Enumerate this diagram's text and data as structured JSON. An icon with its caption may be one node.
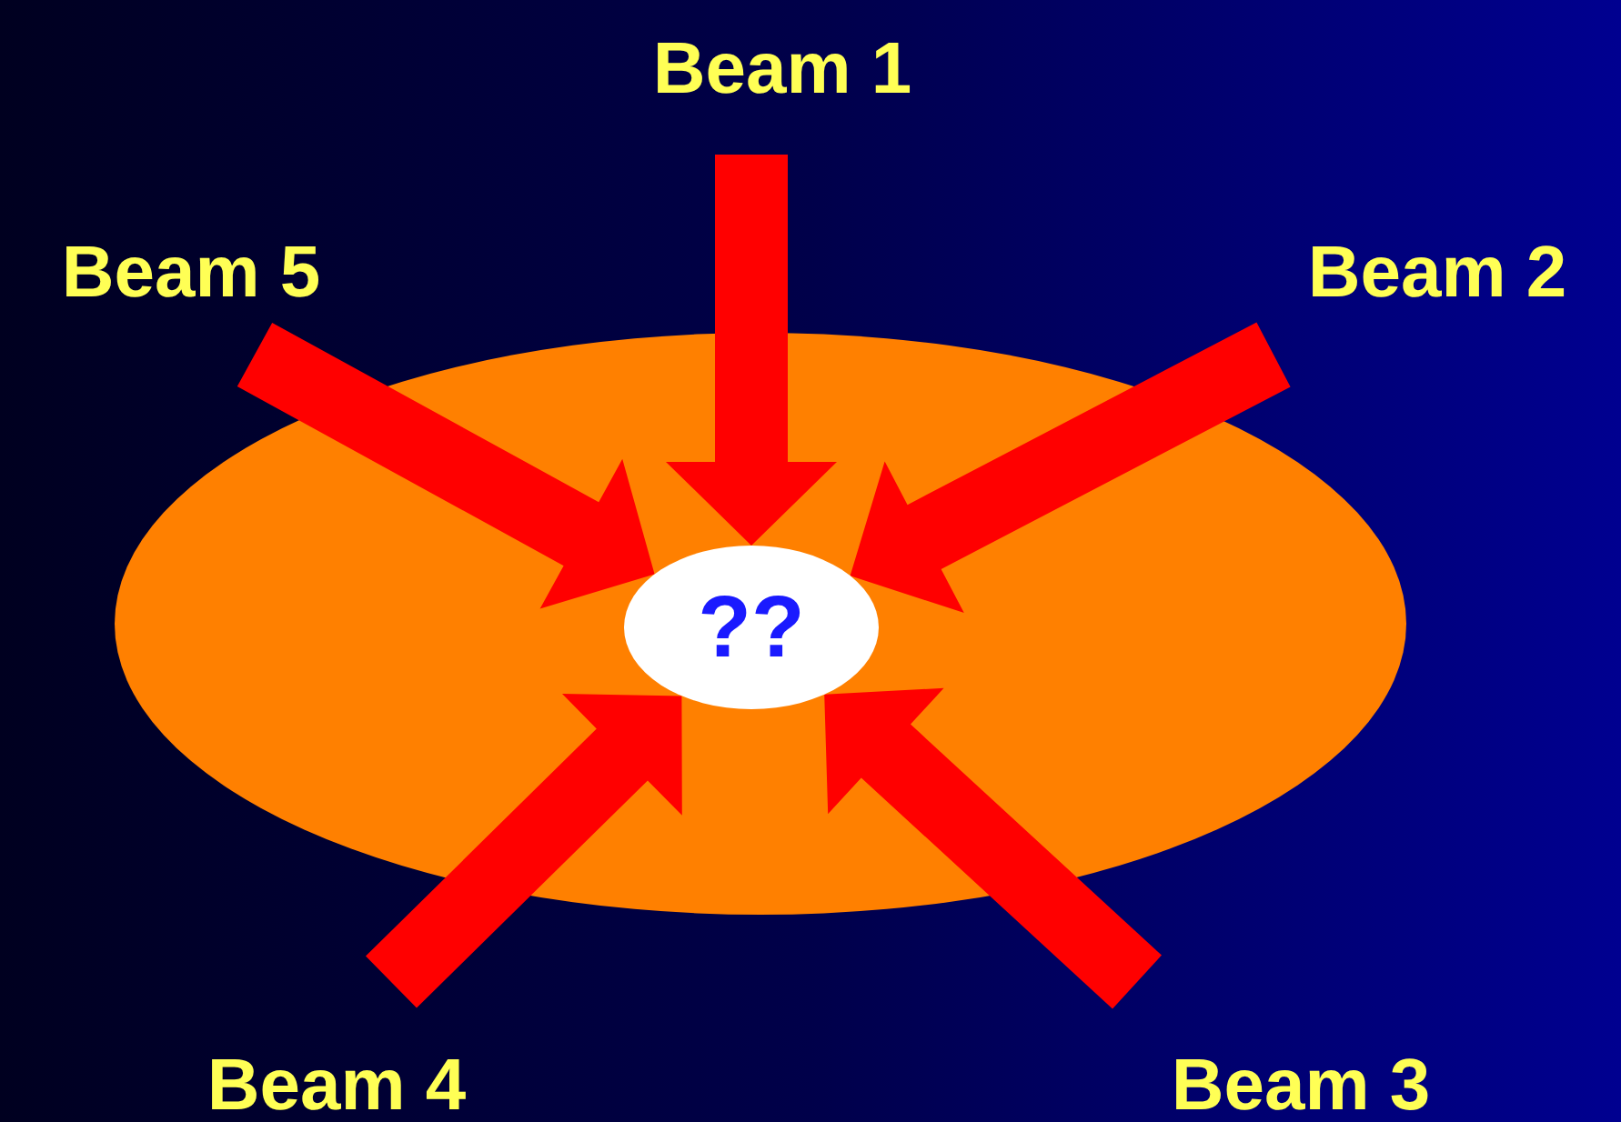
{
  "diagram": {
    "nodes": [
      {
        "text": [
          "Beam 1"
        ]
      },
      {
        "text": [
          "Beam 5"
        ]
      },
      {
        "text": [
          "Beam 2"
        ]
      },
      {
        "text": [],
        "shape": "ellipse"
      },
      {
        "text": [
          "??"
        ],
        "in": 3
      },
      {
        "text": [
          "Beam 4"
        ]
      },
      {
        "text": [
          "Beam 3"
        ]
      }
    ],
    "edges": [
      {
        "from": 0,
        "to": 4,
        "arrow": "to"
      },
      {
        "from": 2,
        "to": 4,
        "arrow": "to"
      },
      {
        "from": 6,
        "to": 4,
        "arrow": "to"
      },
      {
        "from": 5,
        "to": 4,
        "arrow": "to"
      },
      {
        "from": 1,
        "to": 4,
        "arrow": "to"
      }
    ]
  }
}
